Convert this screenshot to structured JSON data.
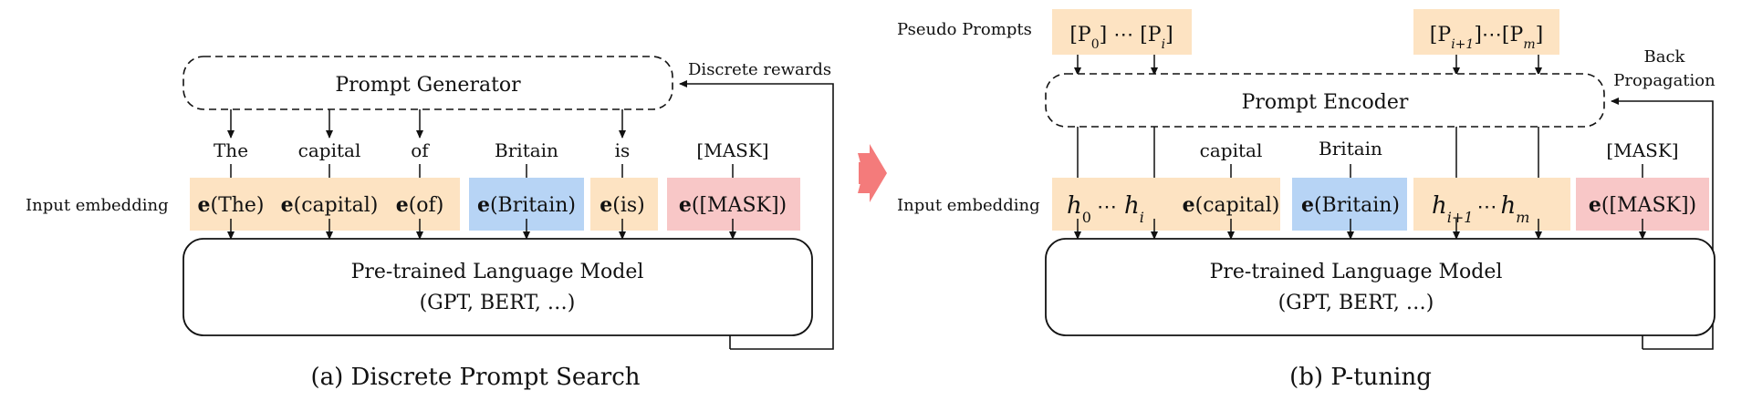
{
  "left_panel": {
    "generator_label": "Prompt Generator",
    "rewards_label": "Discrete rewards",
    "row_label": "Input embedding",
    "words": [
      "The",
      "capital",
      "of",
      "Britain",
      "is",
      "[MASK]"
    ],
    "embeddings": [
      {
        "prefix": "e",
        "arg": "(The)"
      },
      {
        "prefix": "e",
        "arg": "(capital)"
      },
      {
        "prefix": "e",
        "arg": "(of)"
      },
      {
        "prefix": "e",
        "arg": "(Britain)"
      },
      {
        "prefix": "e",
        "arg": "(is)"
      },
      {
        "prefix": "e",
        "arg": "([MASK])"
      }
    ],
    "model_title": "Pre-trained Language Model",
    "model_subtitle": "(GPT, BERT, …)",
    "caption": "(a) Discrete Prompt Search"
  },
  "right_panel": {
    "pseudo_label": "Pseudo Prompts",
    "pseudo_group_1": {
      "a": "P",
      "a_sub": "0",
      "dots": "⋯",
      "b": "P",
      "b_sub": "i"
    },
    "pseudo_group_2": {
      "a": "P",
      "a_sub": "i+1",
      "dots": "⋯",
      "b": "P",
      "b_sub": "m"
    },
    "encoder_label": "Prompt Encoder",
    "backprop_line1": "Back",
    "backprop_line2": "Propagation",
    "row_label": "Input embedding",
    "words": [
      "capital",
      "Britain",
      "[MASK]"
    ],
    "hidden_group_1": {
      "a": "h",
      "a_sub": "0",
      "dots": "⋯",
      "b": "h",
      "b_sub": "i"
    },
    "hidden_group_2": {
      "a": "h",
      "a_sub": "i+1",
      "dots": "⋯",
      "b": "h",
      "b_sub": "m"
    },
    "embeddings": [
      {
        "prefix": "e",
        "arg": "(capital)"
      },
      {
        "prefix": "e",
        "arg": "(Britain)"
      },
      {
        "prefix": "e",
        "arg": "([MASK])"
      }
    ],
    "model_title": "Pre-trained Language Model",
    "model_subtitle": "(GPT, BERT, …)",
    "caption": "(b) P-tuning"
  },
  "colors": {
    "orange_fill": "#fde3c2",
    "blue_fill": "#b7d4f5",
    "red_fill": "#f8c7c7",
    "arrow_red": "#f47b7b",
    "stroke": "#111111"
  }
}
